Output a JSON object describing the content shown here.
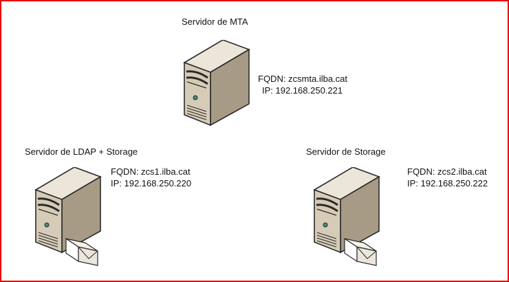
{
  "servers": [
    {
      "id": "mta",
      "title": "Servidor de MTA",
      "fqdn": "FQDN: zcsmta.ilba.cat",
      "ip": "IP: 192.168.250.221",
      "has_mail": false
    },
    {
      "id": "ldap",
      "title": "Servidor de LDAP + Storage",
      "fqdn": "FQDN: zcs1.ilba.cat",
      "ip": "IP: 192.168.250.220",
      "has_mail": true
    },
    {
      "id": "storage",
      "title": "Servidor de Storage",
      "fqdn": "FQDN: zcs2.ilba.cat",
      "ip": "IP: 192.168.250.222",
      "has_mail": true
    }
  ],
  "colors": {
    "border": "#e8000b",
    "server_front": "#d6cbb6",
    "server_side": "#a79b85",
    "server_top": "#ece6da",
    "led": "#3f8f78"
  },
  "icons": {
    "server": "tower-server-icon",
    "mail": "envelope-icon"
  }
}
